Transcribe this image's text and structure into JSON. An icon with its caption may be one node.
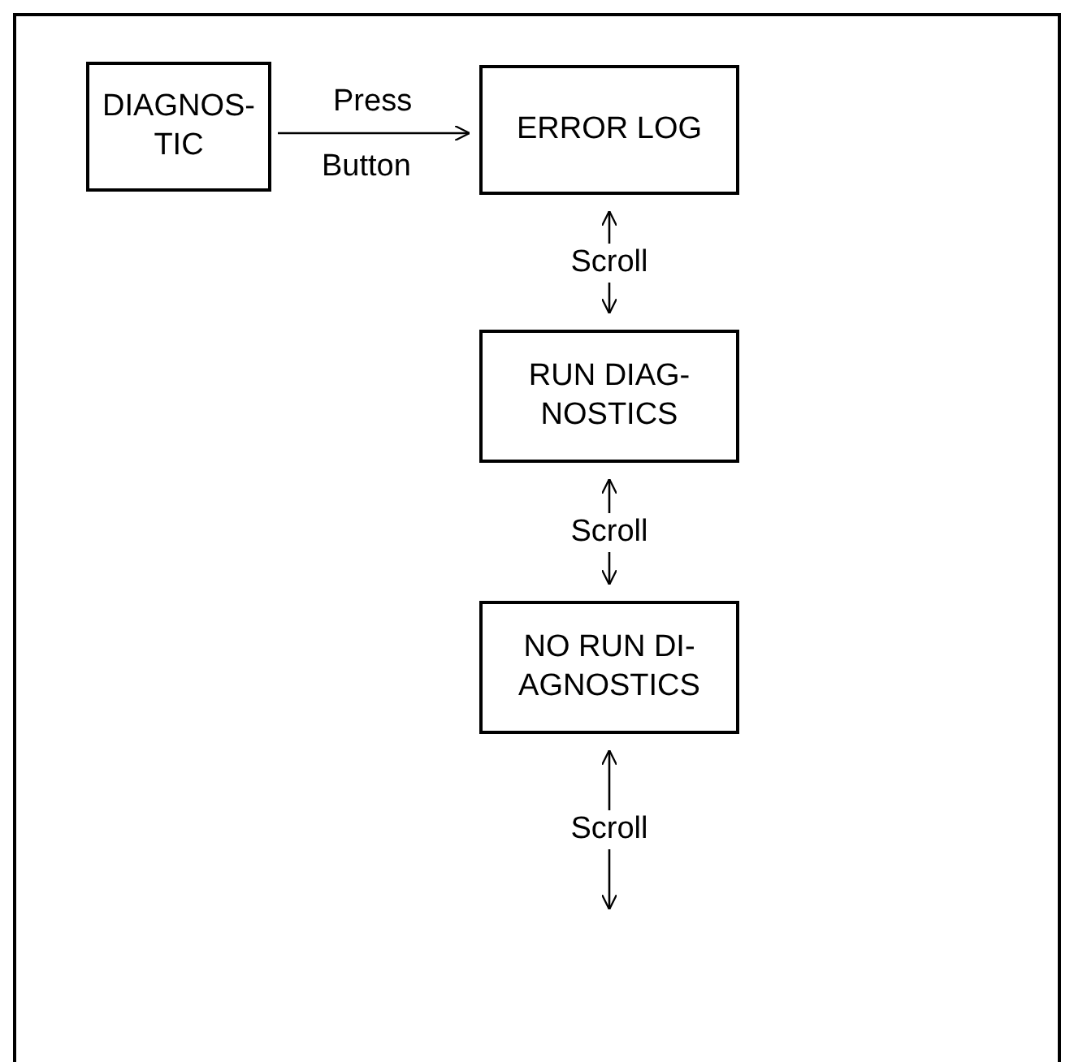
{
  "diagram": {
    "nodes": [
      {
        "text": [
          "DIAGNOS- TIC"
        ]
      },
      {
        "text": [
          "ERROR LOG"
        ]
      },
      {
        "text": [
          "RUN DIAG- NOSTICS"
        ]
      },
      {
        "text": [
          "NO RUN DI- AGNOSTICS"
        ]
      }
    ],
    "edges": [
      {
        "from": 0,
        "to": 1,
        "arrow": "to"
      },
      {
        "from": 1,
        "to": 2,
        "arrow": "both",
        "label": "Scroll"
      },
      {
        "from": 2,
        "to": 3,
        "arrow": "both",
        "label": "Scroll"
      },
      {
        "from": 3,
        "to": null,
        "arrow": "both",
        "label": "Scroll"
      }
    ],
    "labels": [
      "Press",
      "Button"
    ]
  }
}
